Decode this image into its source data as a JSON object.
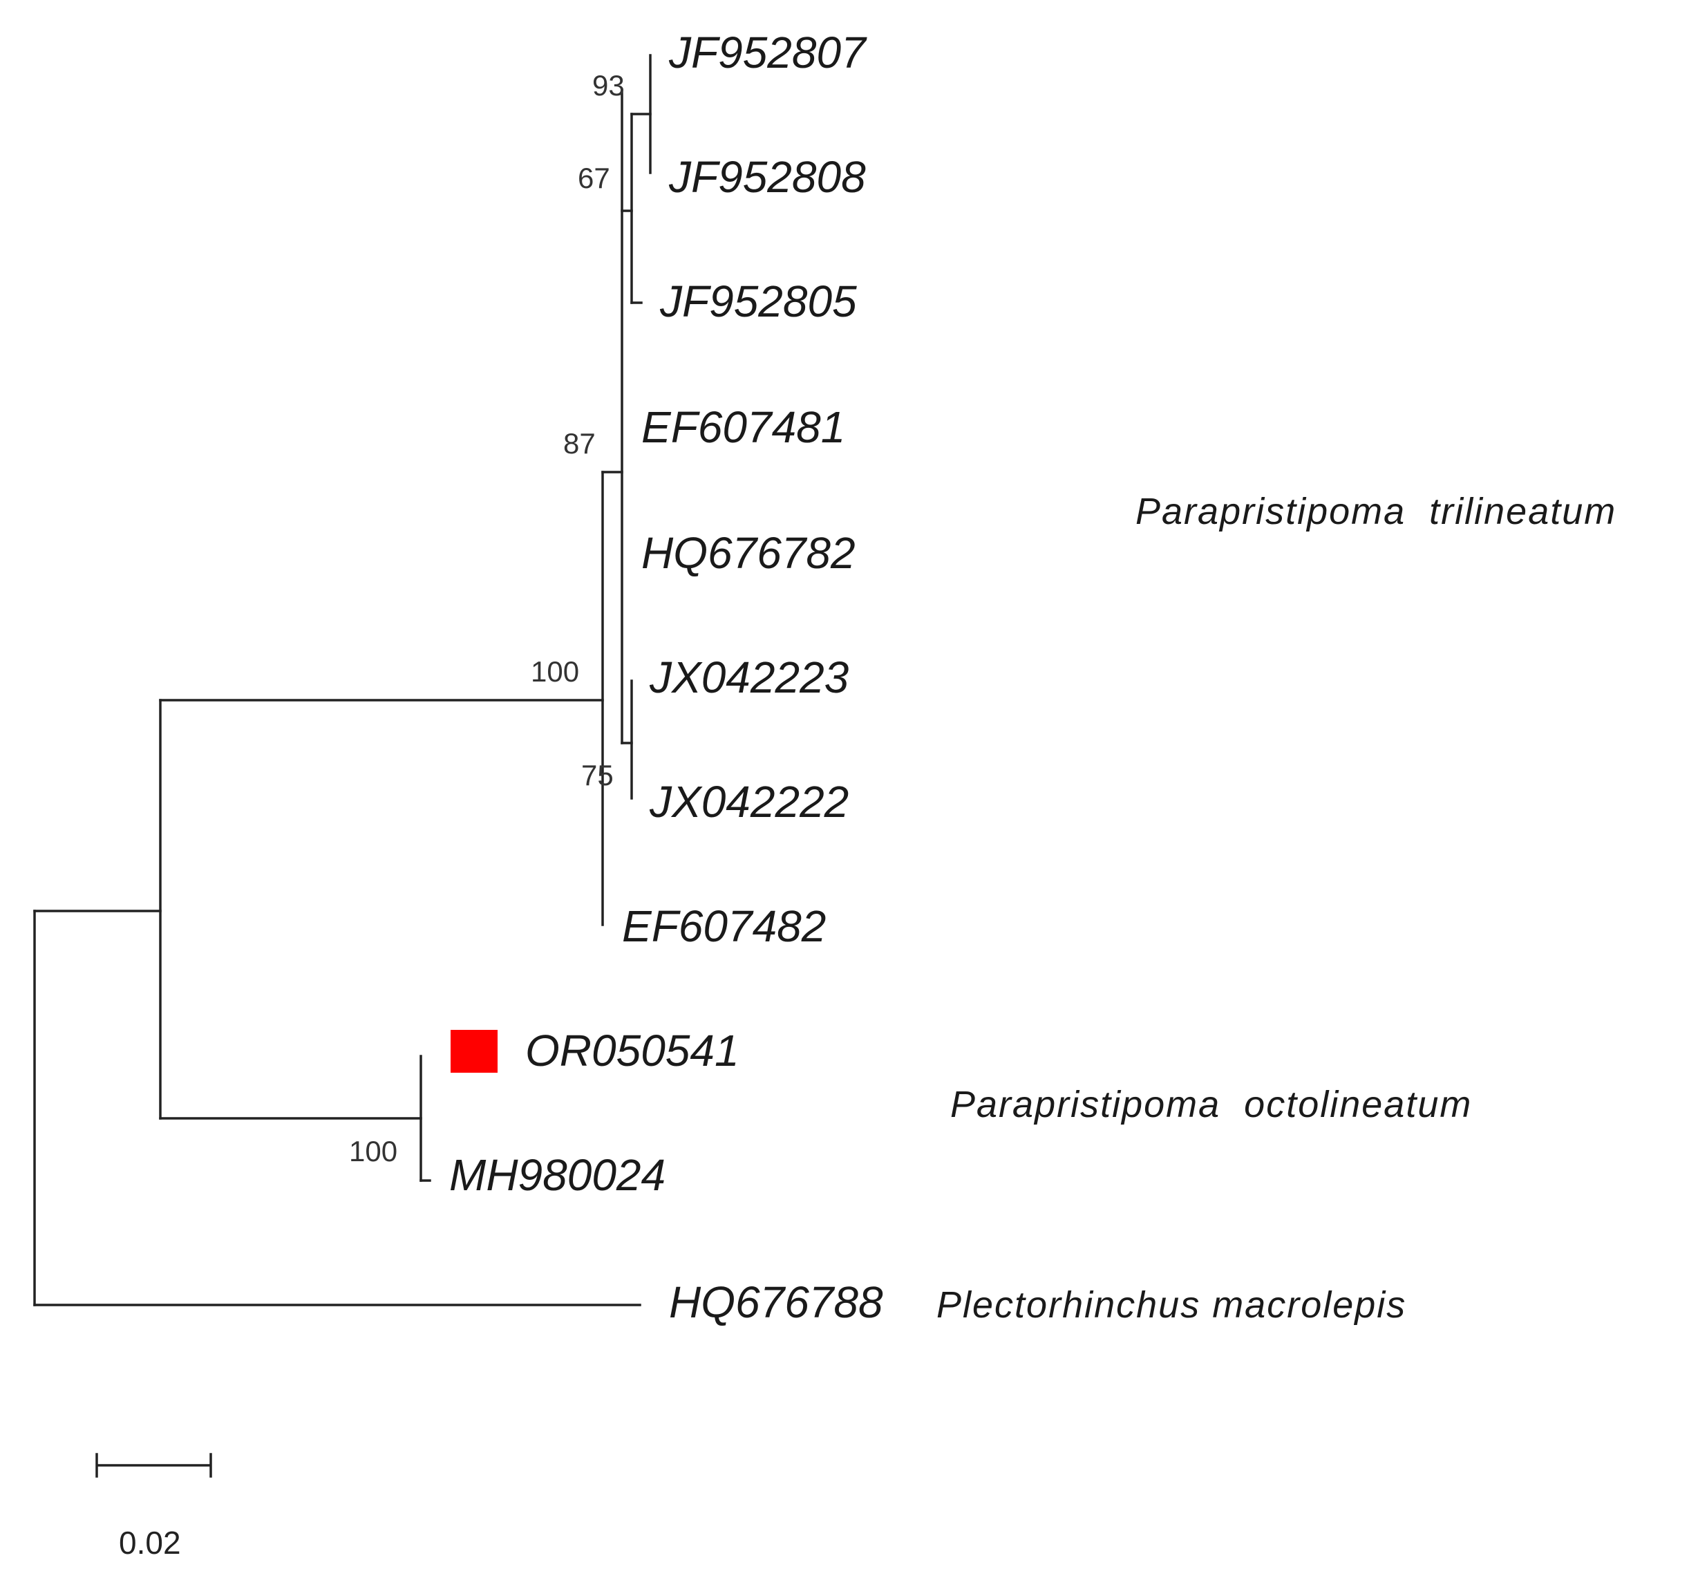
{
  "taxa": [
    {
      "id": "jf952807",
      "label": "JF952807"
    },
    {
      "id": "jf952808",
      "label": "JF952808"
    },
    {
      "id": "jf952805",
      "label": "JF952805"
    },
    {
      "id": "ef607481",
      "label": "EF607481"
    },
    {
      "id": "hq676782",
      "label": "HQ676782"
    },
    {
      "id": "jx042223",
      "label": "JX042223"
    },
    {
      "id": "jx042222",
      "label": "JX042222"
    },
    {
      "id": "ef607482",
      "label": "EF607482"
    },
    {
      "id": "or050541",
      "label": "OR050541",
      "marker_color": "#ff0000"
    },
    {
      "id": "mh980024",
      "label": "MH980024"
    },
    {
      "id": "hq676788",
      "label": "HQ676788"
    }
  ],
  "bootstrap": {
    "jf952807_jf952808": "93",
    "jf_group": "67",
    "trilineatum_inner": "87",
    "trilineatum_clade": "100",
    "jx_group": "75",
    "octolineatum_clade": "100"
  },
  "species": {
    "trilineatum": "Parapristipoma  trilineatum",
    "octolineatum": "Parapristipoma  octolineatum",
    "macrolepis": "Plectorhinchus macrolepis"
  },
  "scale_bar": {
    "value": 0.02,
    "label": "0.02"
  },
  "colors": {
    "branch": "#222222",
    "highlight_marker": "#ff0000"
  }
}
